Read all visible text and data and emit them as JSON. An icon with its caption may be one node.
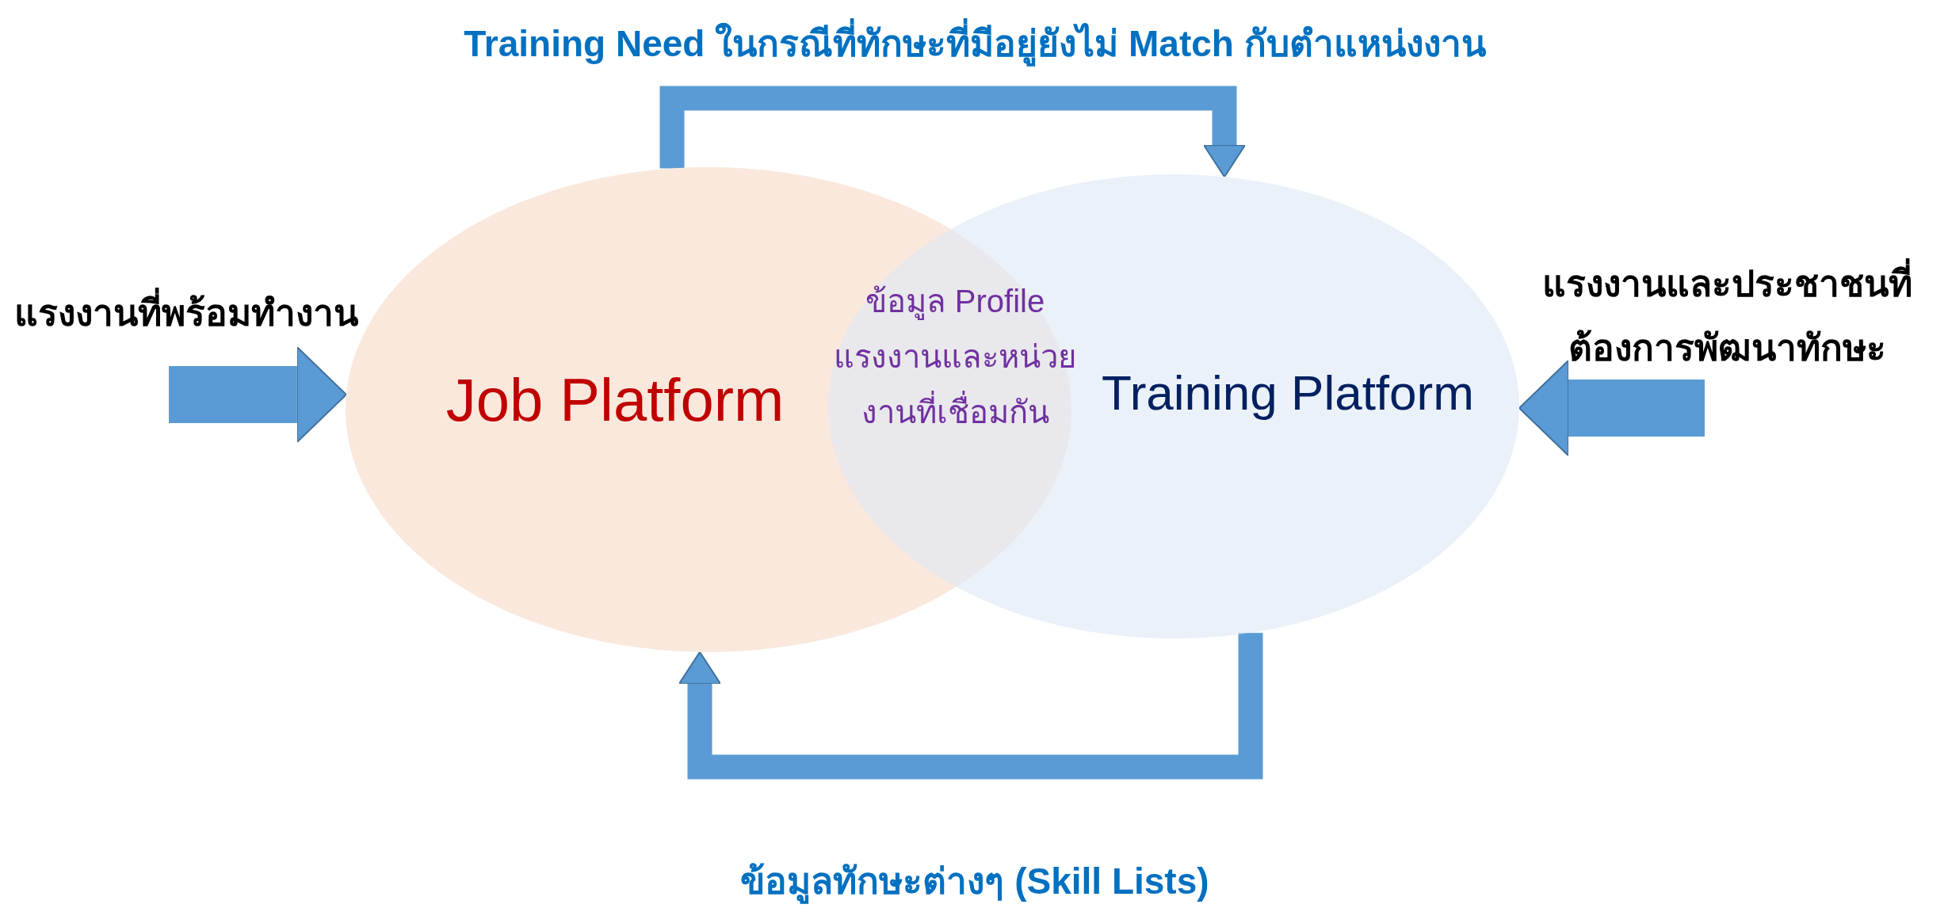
{
  "diagram": {
    "nodes": [
      {
        "text": [
          "Job Platform"
        ]
      },
      {
        "text": [
          "Training Platform"
        ]
      }
    ],
    "edges": [
      {
        "from": 0,
        "to": 1,
        "arrow": "to",
        "label": "Training Need ในกรณีที่ทักษะที่มีอยู่ยังไม่ Match กับตำแหน่งงาน"
      },
      {
        "from": 1,
        "to": 0,
        "arrow": "to",
        "label": "ข้อมูลทักษะต่างๆ (Skill Lists)"
      },
      {
        "from": null,
        "to": 0,
        "arrow": "to",
        "style": "thick"
      },
      {
        "from": null,
        "to": 1,
        "arrow": "to",
        "style": "thick"
      }
    ],
    "labels": [
      "แรงงานที่พร้อมทำงาน",
      "ข้อมูล Profile แรงงานและหน่วยงานที่เชื่อมกัน",
      "แรงงานและประชาชนที่ต้องการพัฒนาทักษะ"
    ]
  }
}
